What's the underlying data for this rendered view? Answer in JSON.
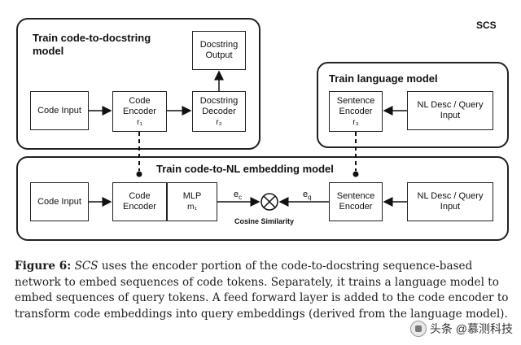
{
  "corner_label": "SCS",
  "panels": {
    "top_left_title": "Train code-to-docstring\nmodel",
    "top_right_title": "Train language model",
    "bottom_title": "Train code-to-NL embedding model"
  },
  "boxes": {
    "code_input_top": "Code Input",
    "code_encoder_top": "Code\nEncoder",
    "code_encoder_top_sub": "r₁",
    "docstring_output": "Docstring\nOutput",
    "docstring_decoder": "Docstring\nDecoder",
    "docstring_decoder_sub": "r₂",
    "sentence_encoder_top": "Sentence\nEncoder",
    "sentence_encoder_top_sub": "r₃",
    "nl_desc_top": "NL Desc / Query\nInput",
    "code_input_bottom": "Code Input",
    "code_encoder_bottom": "Code\nEncoder",
    "mlp": "MLP",
    "mlp_sub": "m₁",
    "sentence_encoder_bottom": "Sentence\nEncoder",
    "nl_desc_bottom": "NL Desc / Query\nInput"
  },
  "labels": {
    "e_c": "e",
    "e_c_sub": "c",
    "e_q": "e",
    "e_q_sub": "q",
    "cosine": "Cosine Similarity"
  },
  "caption": {
    "lead": "Figure 6:",
    "emph": "SCS",
    "text": " uses the encoder portion of the code-to-docstring sequence-based network to embed sequences of code tokens. Separately, it trains a language model to embed sequences of query tokens. A feed forward layer is added to the code encoder to transform code embeddings into query embeddings (derived from the language model)."
  },
  "watermark": "头条 @慕测科技"
}
